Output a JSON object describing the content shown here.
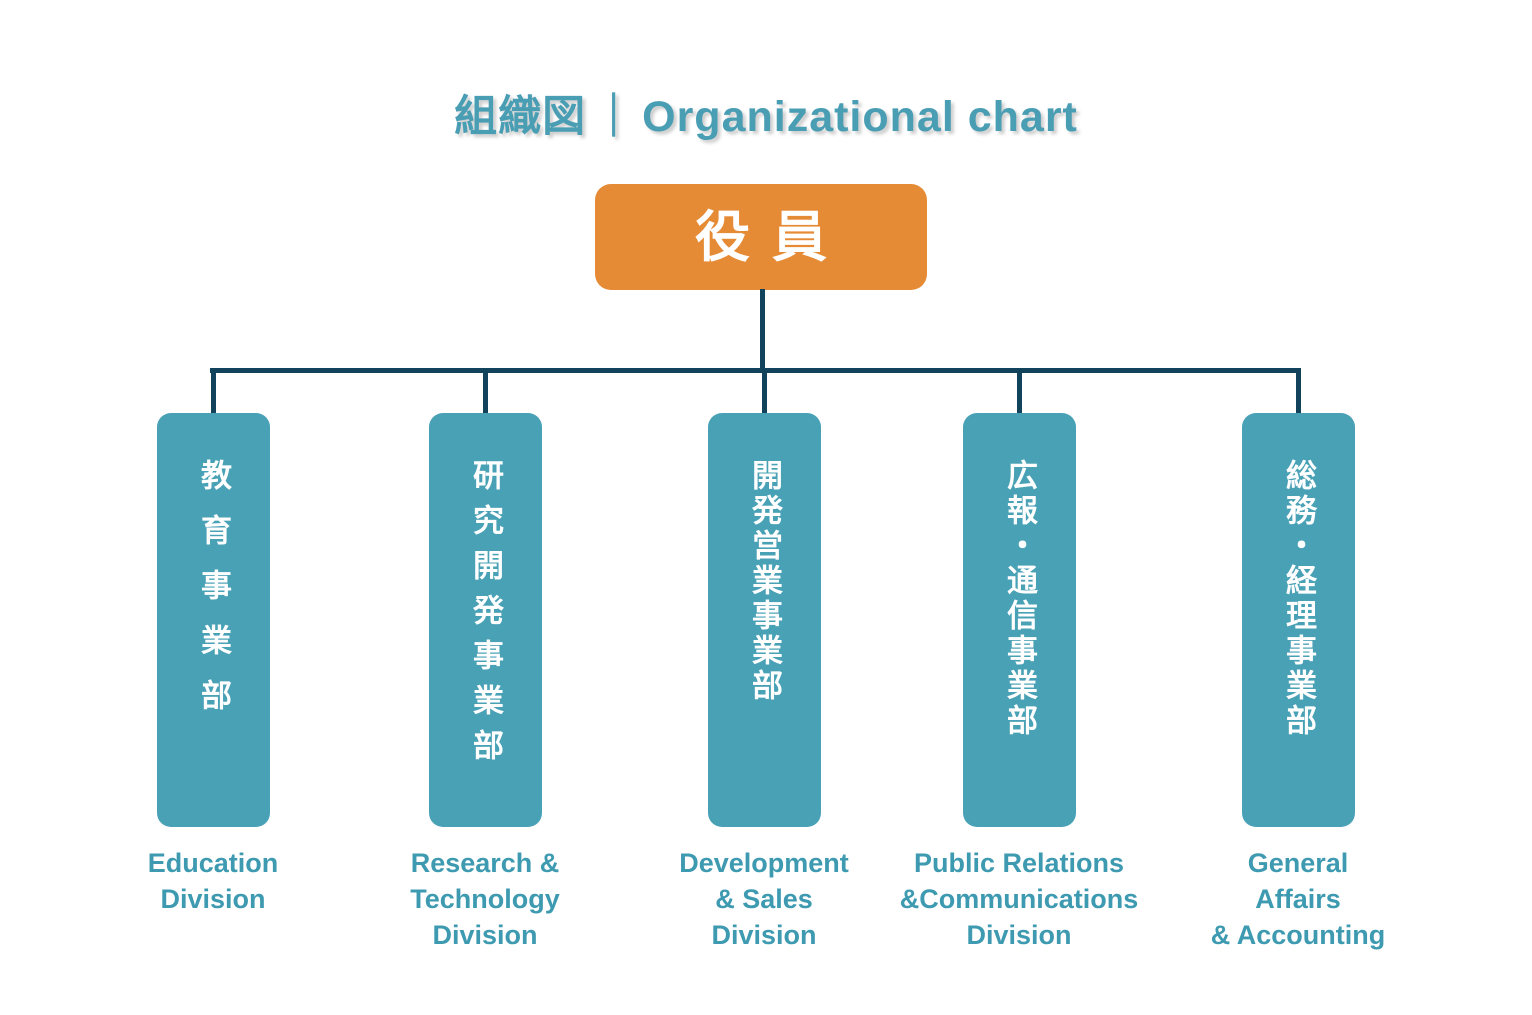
{
  "title": {
    "ja": "組織図",
    "separator": "｜",
    "en": "Organizational chart"
  },
  "root": {
    "label": "役員"
  },
  "divisions": [
    {
      "ja": "教育事業部",
      "en_lines": [
        "Education",
        "Division"
      ]
    },
    {
      "ja": "研究開発事業部",
      "en_lines": [
        "Research &",
        "Technology",
        "Division"
      ]
    },
    {
      "ja": "開発営業事業部",
      "en_lines": [
        "Development",
        "& Sales",
        "Division"
      ]
    },
    {
      "ja": "広報・通信事業部",
      "en_lines": [
        "Public Relations",
        "&Communications",
        "Division"
      ]
    },
    {
      "ja": "総務・経理事業部",
      "en_lines": [
        "General",
        "Affairs",
        "& Accounting"
      ]
    }
  ],
  "colors": {
    "title_text": "#4a9eb4",
    "root_box": "#e68b35",
    "division_box": "#49a1b6",
    "connector_line": "#11445c",
    "label_text": "#3d9ab0",
    "box_text": "#ffffff",
    "background": "#ffffff"
  }
}
